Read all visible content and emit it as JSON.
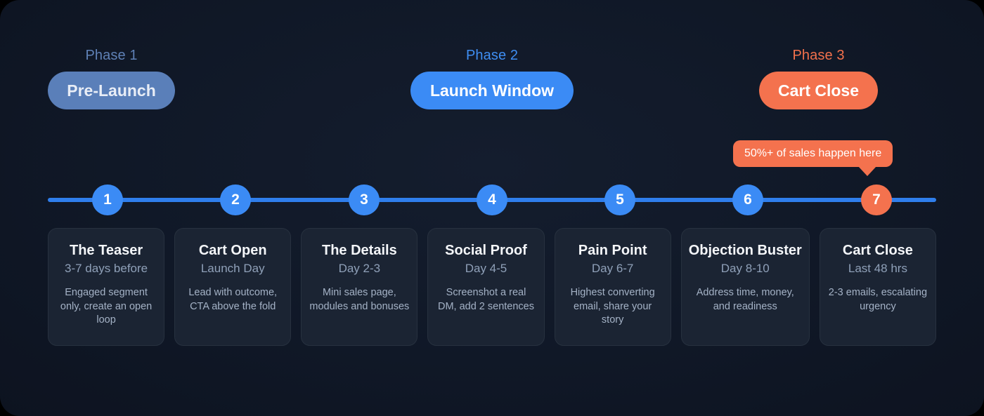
{
  "phases": [
    {
      "label": "Phase 1",
      "pill": "Pre-Launch"
    },
    {
      "label": "Phase 2",
      "pill": "Launch Window"
    },
    {
      "label": "Phase 3",
      "pill": "Cart Close"
    }
  ],
  "callout": {
    "text": "50%+ of sales happen here"
  },
  "timeline": {
    "nodes": [
      "1",
      "2",
      "3",
      "4",
      "5",
      "6",
      "7"
    ]
  },
  "cards": [
    {
      "number": "1",
      "title": "The Teaser",
      "subtitle": "3-7 days before",
      "description": "Engaged segment only, create an open loop"
    },
    {
      "number": "2",
      "title": "Cart Open",
      "subtitle": "Launch Day",
      "description": "Lead with outcome, CTA above the fold"
    },
    {
      "number": "3",
      "title": "The Details",
      "subtitle": "Day 2-3",
      "description": "Mini sales page, modules and bonuses"
    },
    {
      "number": "4",
      "title": "Social Proof",
      "subtitle": "Day 4-5",
      "description": "Screenshot a real DM, add 2 sentences"
    },
    {
      "number": "5",
      "title": "Pain Point",
      "subtitle": "Day 6-7",
      "description": "Highest converting email, share your story"
    },
    {
      "number": "6",
      "title": "Objection Buster",
      "subtitle": "Day 8-10",
      "description": "Address time, money, and readiness"
    },
    {
      "number": "7",
      "title": "Cart Close",
      "subtitle": "Last 48 hrs",
      "description": "2-3 emails, escalating urgency"
    }
  ],
  "colors": {
    "background": "#111827",
    "accent_blue": "#3b8bf5",
    "muted_blue": "#5a7fb9",
    "accent_orange": "#f4724e",
    "card_background": "#1b2433",
    "card_border": "#27313f"
  }
}
